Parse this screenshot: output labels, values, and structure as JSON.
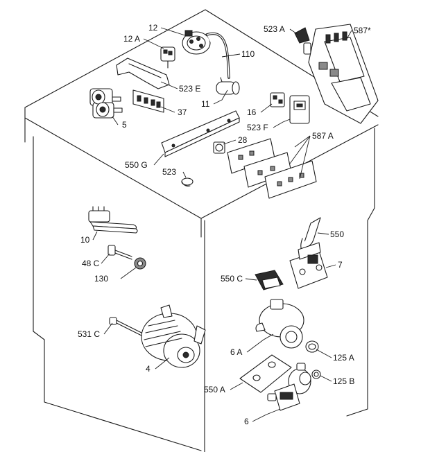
{
  "callouts": {
    "c12": "12",
    "c12A": "12 A",
    "c110": "110",
    "c523A": "523 A",
    "c587star": "587*",
    "c523E": "523 E",
    "c11": "11",
    "c37": "37",
    "c5": "5",
    "c16": "16",
    "c523F": "523 F",
    "c587A": "587 A",
    "c28": "28",
    "c550G": "550 G",
    "c523": "523",
    "c10": "10",
    "c550": "550",
    "c48C": "48 C",
    "c7": "7",
    "c130": "130",
    "c550C": "550 C",
    "c531C": "531 C",
    "c6A": "6 A",
    "c125A": "125 A",
    "c4": "4",
    "c550A": "550 A",
    "c125B": "125 B",
    "c6": "6"
  }
}
